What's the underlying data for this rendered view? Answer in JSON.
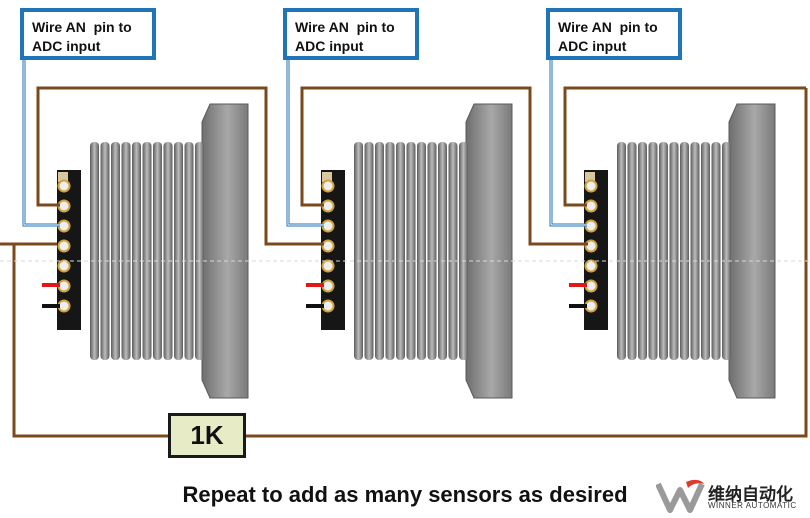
{
  "label_box": {
    "line1": "Wire AN  pin to",
    "line2": "ADC input"
  },
  "resistor": {
    "label": "1K"
  },
  "caption": "Repeat to add as many sensors as desired",
  "logo": {
    "cn": "维纳自动化",
    "en": "WINNER AUTOMATIC"
  },
  "colors": {
    "signal_wire": "#1f75b8",
    "chain_wire": "#7b4a1c",
    "power_wire": "#e01818",
    "ground_wire": "#111111",
    "sensor_body": "#8c8c8c",
    "resistor_fill": "#e7ebc6"
  },
  "icons": [
    "ultrasonic-sensor-icon",
    "brand-logo-icon"
  ]
}
